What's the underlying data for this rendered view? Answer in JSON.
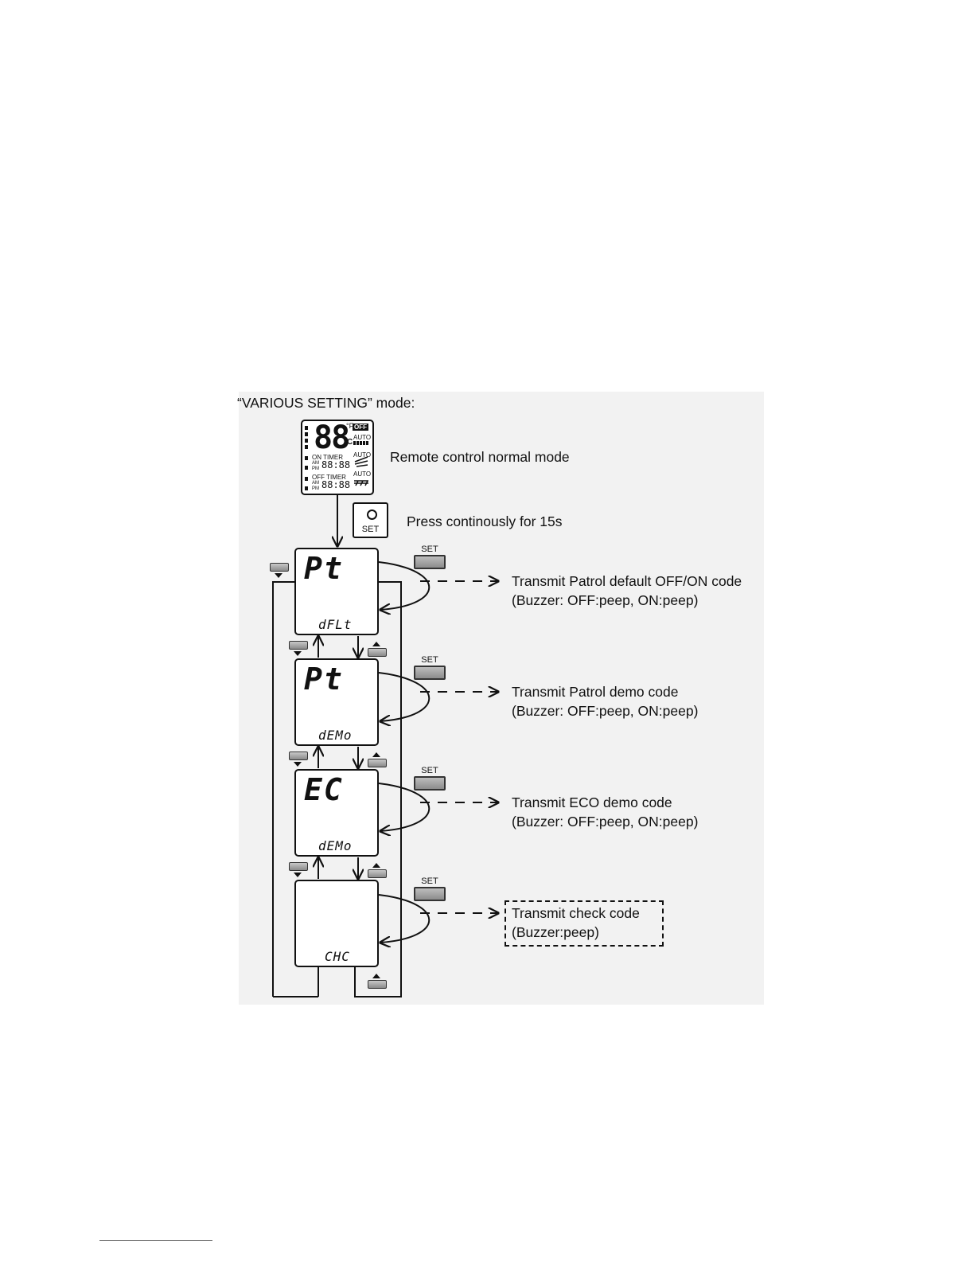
{
  "title": "“VARIOUS SETTING” mode:",
  "remote": {
    "label": "Remote control normal mode",
    "temp": "88",
    "unit_f": "°F",
    "unit_c": "C",
    "off": "OFF",
    "auto1": "AUTO",
    "auto2": "AUTO",
    "auto3": "AUTO",
    "on_timer": "ON TIMER",
    "off_timer": "OFF TIMER",
    "am": "AM",
    "pm": "PM",
    "time1": "88:88",
    "time2": "88:88"
  },
  "set_key": {
    "label": "SET",
    "instruction": "Press continously for 15s"
  },
  "set_button_label": "SET",
  "steps": [
    {
      "top": "Pt",
      "bottom": "dFLt",
      "line1": "Transmit Patrol default OFF/ON code",
      "line2": "(Buzzer: OFF:peep, ON:peep)"
    },
    {
      "top": "Pt",
      "bottom": "dEMo",
      "line1": "Transmit Patrol demo code",
      "line2": "(Buzzer: OFF:peep, ON:peep)"
    },
    {
      "top": "EC",
      "bottom": "dEMo",
      "line1": "Transmit ECO demo code",
      "line2": "(Buzzer: OFF:peep, ON:peep)"
    },
    {
      "top": "",
      "bottom": "CHC",
      "line1": "Transmit check code",
      "line2": "(Buzzer:peep)"
    }
  ]
}
